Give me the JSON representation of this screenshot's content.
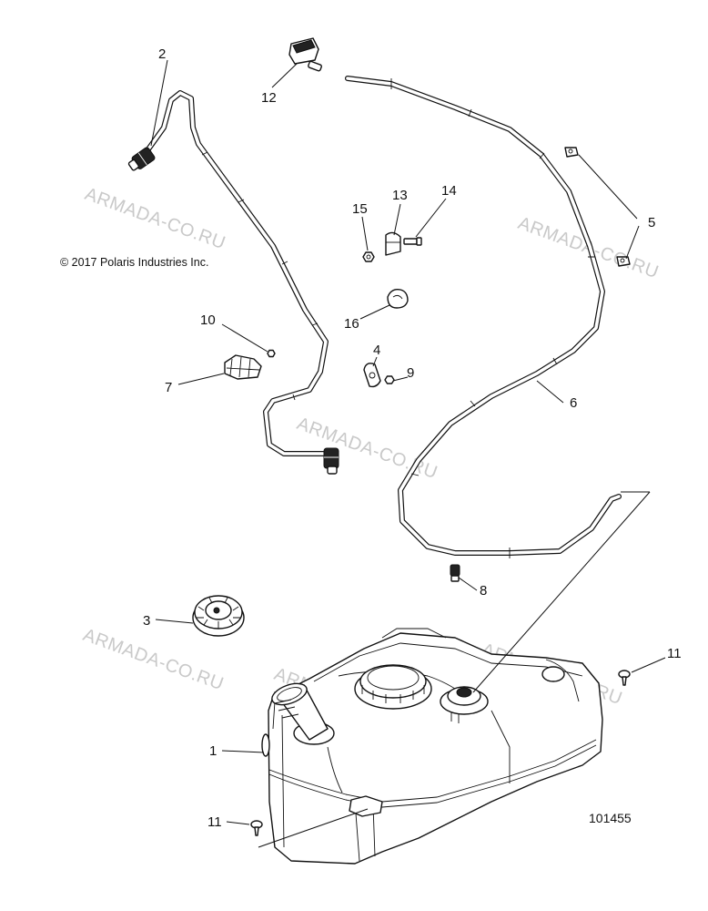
{
  "copyright": "© 2017 Polaris Industries Inc.",
  "diagram_number": "101455",
  "watermarks": [
    "ARMADA-CO.RU",
    "ARMADA-CO.RU",
    "ARMADA-CO.RU",
    "ARMADA-CO.RU",
    "ARMADA-CO.RU",
    "ARMADA-CO.RU"
  ],
  "callouts": {
    "c1": "1",
    "c2": "2",
    "c3": "3",
    "c4": "4",
    "c5": "5",
    "c6": "6",
    "c7": "7",
    "c8": "8",
    "c9": "9",
    "c10": "10",
    "c11a": "11",
    "c11b": "11",
    "c12": "12",
    "c13": "13",
    "c14": "14",
    "c15": "15",
    "c16": "16"
  },
  "colors": {
    "line": "#111111",
    "watermark": "#c9c9c9",
    "background": "#ffffff"
  }
}
